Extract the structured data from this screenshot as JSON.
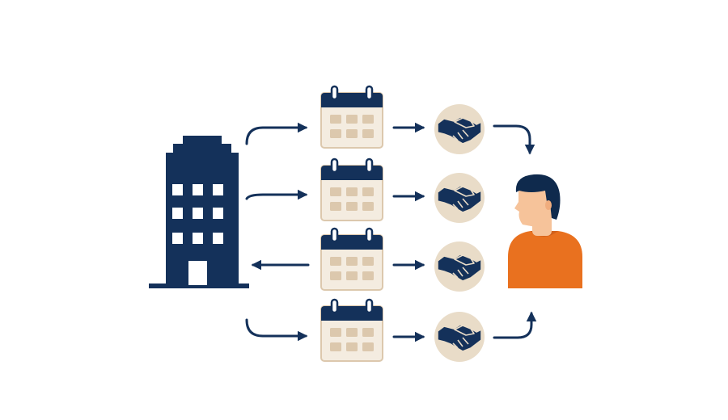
{
  "colors": {
    "navy": "#14315a",
    "beige": "#e9dcc8",
    "beige_dark": "#dcc8ad",
    "calendar_body": "#f4ece0",
    "skin": "#f6c39a",
    "hair": "#0f2a4d",
    "shirt": "#e9711f",
    "window": "#ffffff"
  },
  "nodes": {
    "organization": {
      "icon": "office-building-icon"
    },
    "person": {
      "icon": "person-icon"
    },
    "calendars": [
      {
        "icon": "calendar-icon"
      },
      {
        "icon": "calendar-icon"
      },
      {
        "icon": "calendar-icon"
      },
      {
        "icon": "calendar-icon"
      }
    ],
    "handshakes": [
      {
        "icon": "handshake-icon"
      },
      {
        "icon": "handshake-icon"
      },
      {
        "icon": "handshake-icon"
      },
      {
        "icon": "handshake-icon"
      }
    ]
  },
  "flows": [
    {
      "from": "organization",
      "to": "calendar-1",
      "direction": "forward"
    },
    {
      "from": "organization",
      "to": "calendar-2",
      "direction": "forward"
    },
    {
      "from": "calendar-3",
      "to": "organization",
      "direction": "backward"
    },
    {
      "from": "organization",
      "to": "calendar-4",
      "direction": "forward"
    },
    {
      "from": "calendar-1",
      "to": "handshake-1",
      "direction": "forward"
    },
    {
      "from": "calendar-2",
      "to": "handshake-2",
      "direction": "forward"
    },
    {
      "from": "calendar-3",
      "to": "handshake-3",
      "direction": "forward"
    },
    {
      "from": "calendar-4",
      "to": "handshake-4",
      "direction": "forward"
    },
    {
      "from": "handshake-1",
      "to": "person",
      "direction": "forward"
    },
    {
      "from": "handshake-4",
      "to": "person",
      "direction": "forward"
    }
  ]
}
